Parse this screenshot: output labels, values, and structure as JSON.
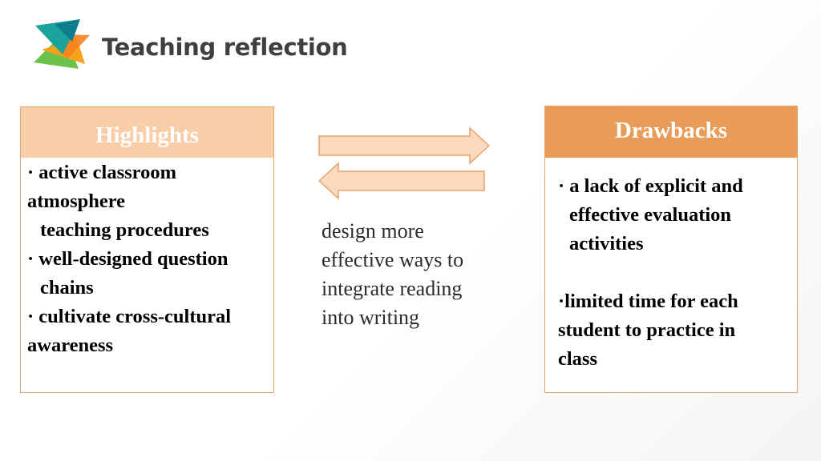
{
  "slide": {
    "title": "Teaching reflection"
  },
  "highlights": {
    "header": "Highlights",
    "lines": [
      "· active classroom",
      "atmosphere",
      "teaching procedures",
      "· well-designed question",
      "chains",
      "· cultivate cross-cultural",
      "awareness"
    ]
  },
  "middle": {
    "lines": [
      "design more",
      "effective ways to",
      "integrate  reading",
      "into writing"
    ]
  },
  "drawbacks": {
    "header": "Drawbacks",
    "lines": [
      "· a lack of explicit and",
      "effective evaluation",
      "activities",
      "·limited time for each",
      "student to practice in",
      "class"
    ]
  },
  "icons": {
    "logo": "layered-triangles-logo-icon",
    "arrow_right": "arrow-right-icon",
    "arrow_left": "arrow-left-icon"
  },
  "colors": {
    "highlights_header": "#f9cda8",
    "drawbacks_header": "#e99b58",
    "panel_border": "#e8a46b",
    "arrow_fill": "#fbd9bf",
    "arrow_stroke": "#e8a46b",
    "title_text": "#3f3f3f"
  }
}
